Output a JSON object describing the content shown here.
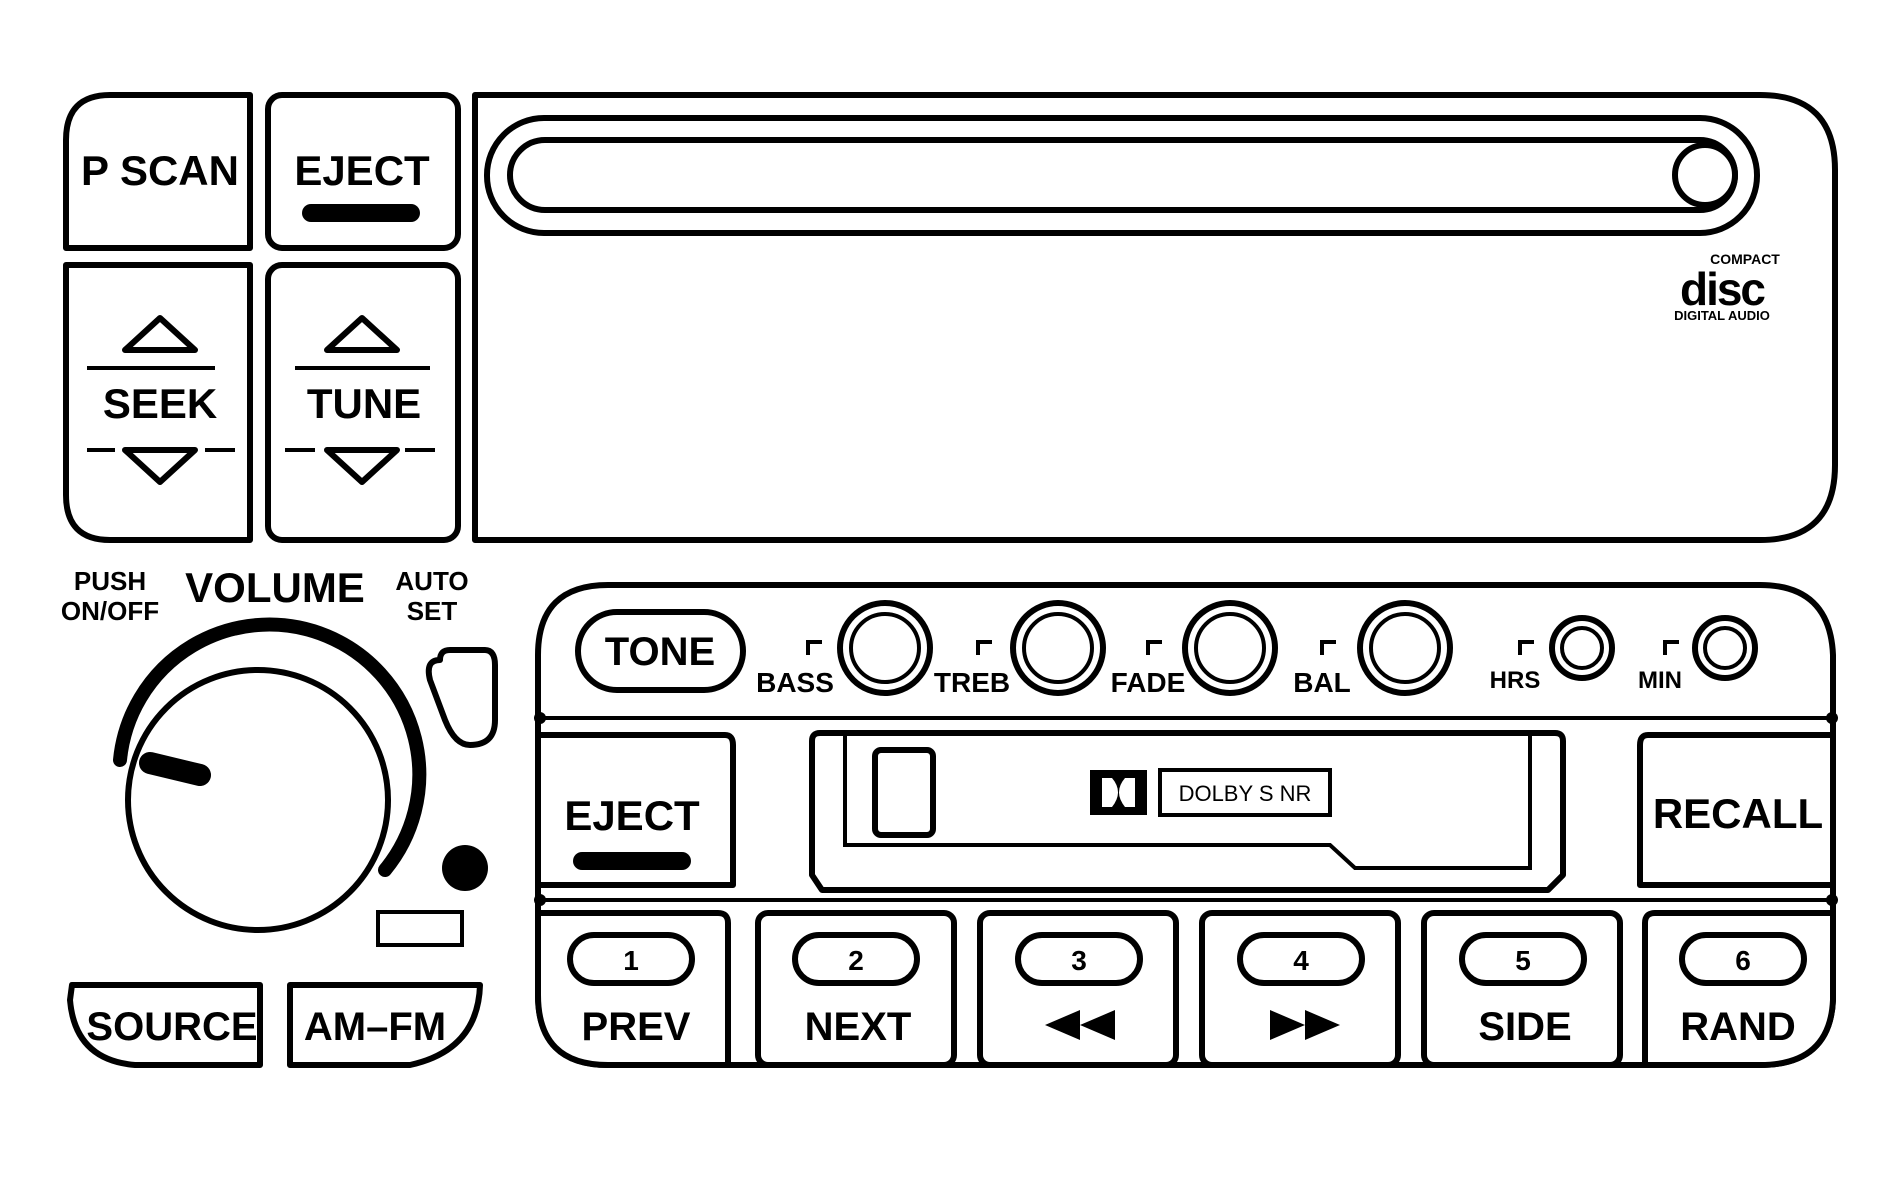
{
  "panel": {
    "p_scan": "P SCAN",
    "eject_top": "EJECT",
    "seek": "SEEK",
    "tune": "TUNE",
    "push_on_off_1": "PUSH",
    "push_on_off_2": "ON/OFF",
    "volume": "VOLUME",
    "auto_set_1": "AUTO",
    "auto_set_2": "SET",
    "source": "SOURCE",
    "am_fm": "AM–FM",
    "tone": "TONE",
    "bass": "BASS",
    "treb": "TREB",
    "fade": "FADE",
    "bal": "BAL",
    "hrs": "HRS",
    "min": "MIN",
    "eject_tape": "EJECT",
    "recall": "RECALL",
    "dolby": "DOLBY S NR",
    "cd_logo_top": "COMPACT",
    "cd_logo_word": "disc",
    "cd_logo_bottom": "DIGITAL AUDIO"
  },
  "presets": [
    {
      "num": "1",
      "label": "PREV"
    },
    {
      "num": "2",
      "label": "NEXT"
    },
    {
      "num": "3",
      "label": "",
      "icon": "rewind-icon"
    },
    {
      "num": "4",
      "label": "",
      "icon": "fast-forward-icon"
    },
    {
      "num": "5",
      "label": "SIDE"
    },
    {
      "num": "6",
      "label": "RAND"
    }
  ],
  "colors": {
    "ink": "#000000",
    "paper": "#ffffff"
  }
}
